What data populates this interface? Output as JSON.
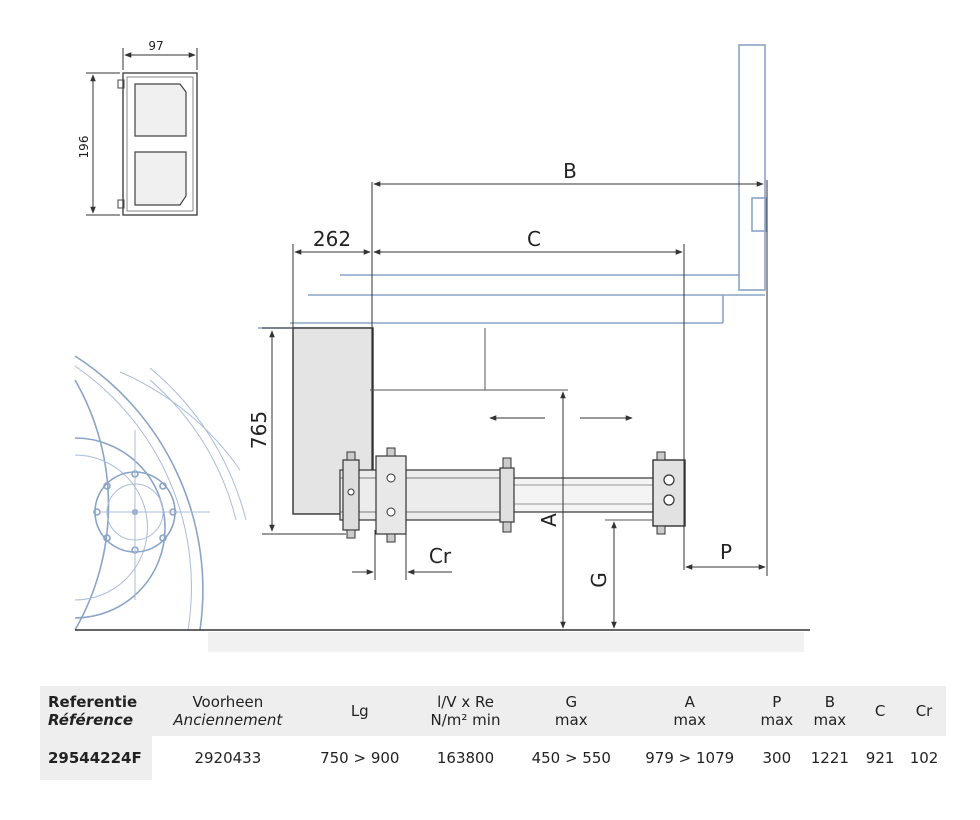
{
  "drawing": {
    "section_width": "97",
    "section_height": "196",
    "dim_B": "B",
    "dim_262": "262",
    "dim_C": "C",
    "dim_765": "765",
    "dim_A": "A",
    "dim_G": "G",
    "dim_P": "P",
    "dim_Cr": "Cr"
  },
  "table": {
    "headers": [
      {
        "line1": "Referentie",
        "line2": "Référence"
      },
      {
        "line1": "Voorheen",
        "line2": "Anciennement"
      },
      {
        "line1": "Lg",
        "line2": ""
      },
      {
        "line1": "l/V x Re",
        "line2": "N/m² min"
      },
      {
        "line1": "G",
        "line2": "max"
      },
      {
        "line1": "A",
        "line2": "max"
      },
      {
        "line1": "P",
        "line2": "max"
      },
      {
        "line1": "B",
        "line2": "max"
      },
      {
        "line1": "C",
        "line2": ""
      },
      {
        "line1": "Cr",
        "line2": ""
      }
    ],
    "row": [
      "29544224F",
      "2920433",
      "750 > 900",
      "163800",
      "450 > 550",
      "979 > 1079",
      "300",
      "1221",
      "921",
      "102"
    ]
  },
  "colors": {
    "line_blue": "#8aa4c8",
    "header_bg": "#eeeeee",
    "part_gray": "#e4e4e4"
  }
}
